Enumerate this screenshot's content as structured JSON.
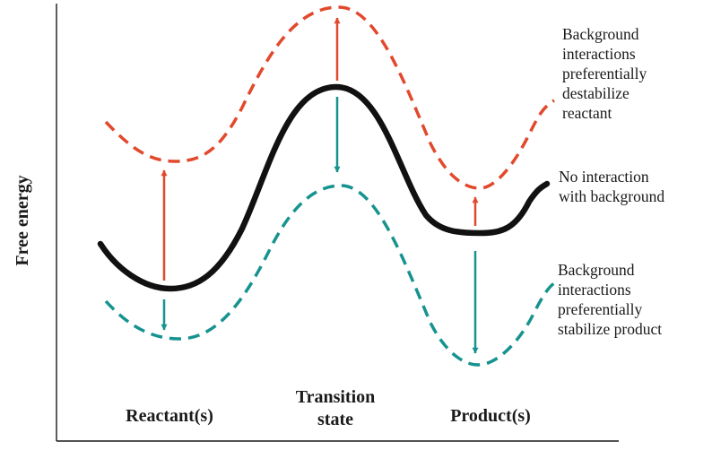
{
  "y_axis_label": "Free energy",
  "states": {
    "reactant": "Reactant(s)",
    "transition_line1": "Transition",
    "transition_line2": "state",
    "product": "Product(s)"
  },
  "annotations": {
    "destabilize": [
      "Background",
      "interactions",
      "preferentially",
      "destabilize",
      "reactant"
    ],
    "neutral": [
      "No interaction",
      "with background"
    ],
    "stabilize": [
      "Background",
      "interactions",
      "preferentially",
      "stabilize product"
    ]
  },
  "colors": {
    "neutral_curve": "#111111",
    "destabilized_curve": "#e2492c",
    "stabilized_curve": "#16938f"
  }
}
